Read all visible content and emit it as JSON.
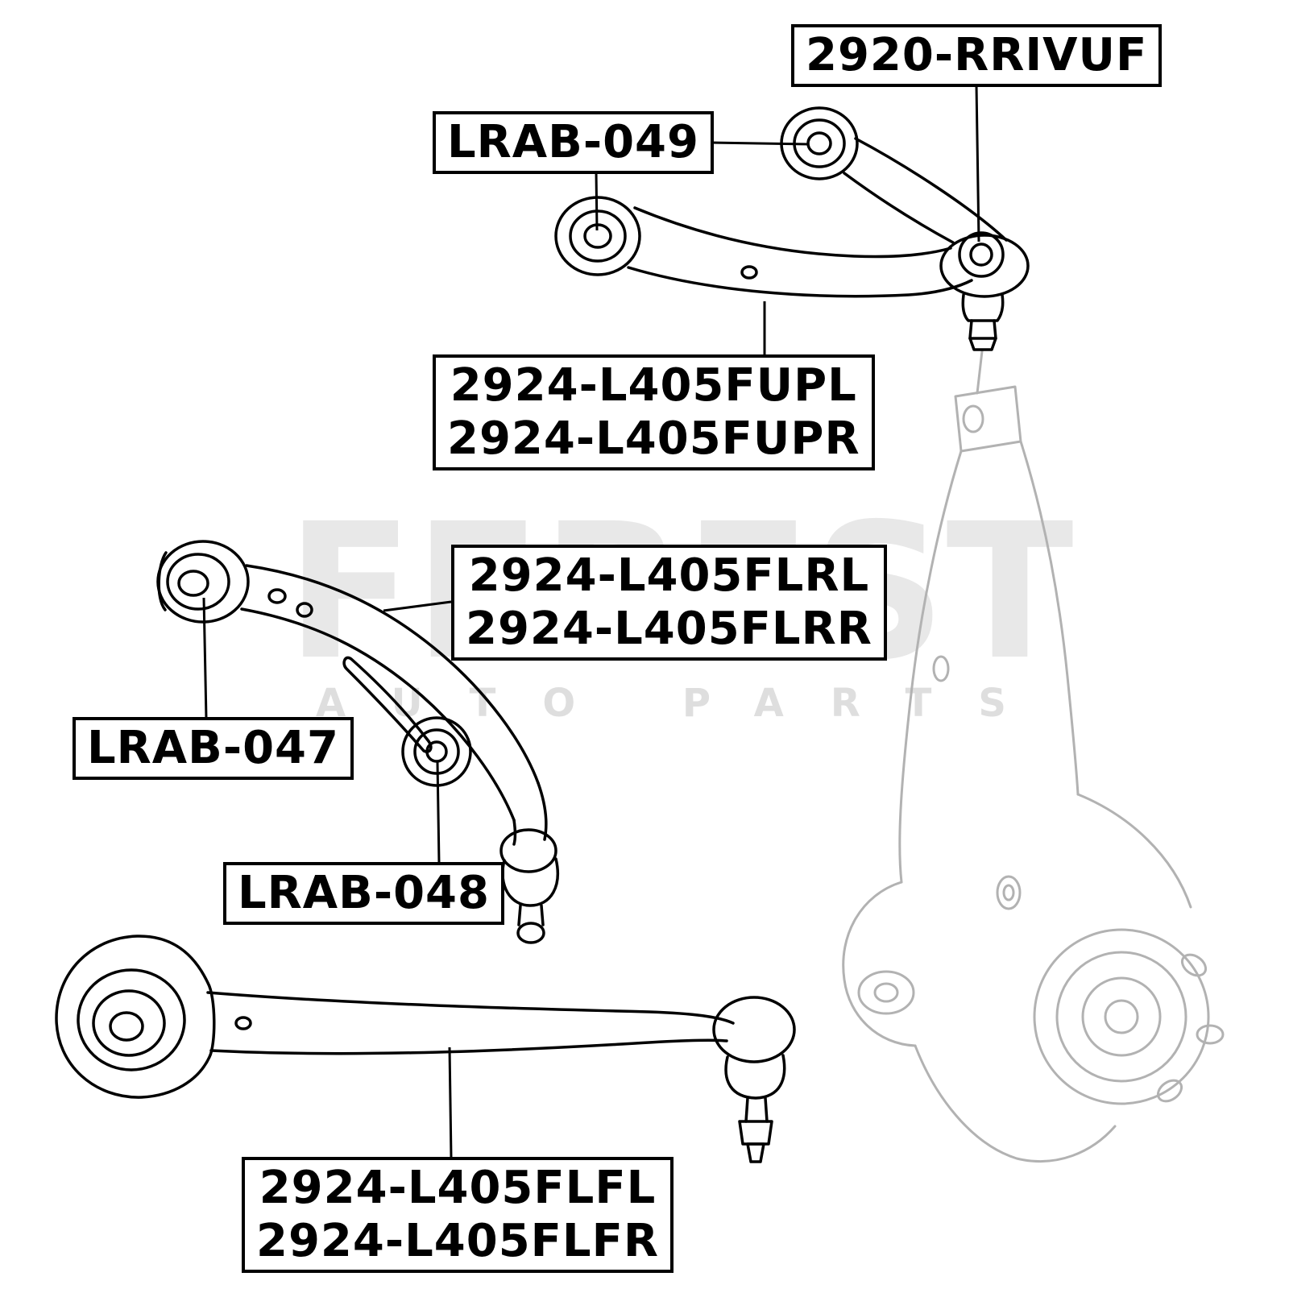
{
  "labels": {
    "rrivuf": "2920-RRIVUF",
    "lrab049": "LRAB-049",
    "fup_l": "2924-L405FUPL",
    "fup_r": "2924-L405FUPR",
    "flr_l": "2924-L405FLRL",
    "flr_r": "2924-L405FLRR",
    "lrab047": "LRAB-047",
    "lrab048": "LRAB-048",
    "flf_l": "2924-L405FLFL",
    "flf_r": "2924-L405FLFR"
  },
  "watermark": {
    "brand": "FEBEST",
    "subtitle": "AUTO PARTS"
  },
  "colors": {
    "line": "#000000",
    "ghost": "#b2b2b2",
    "box_border": "#000000",
    "background": "#ffffff"
  }
}
